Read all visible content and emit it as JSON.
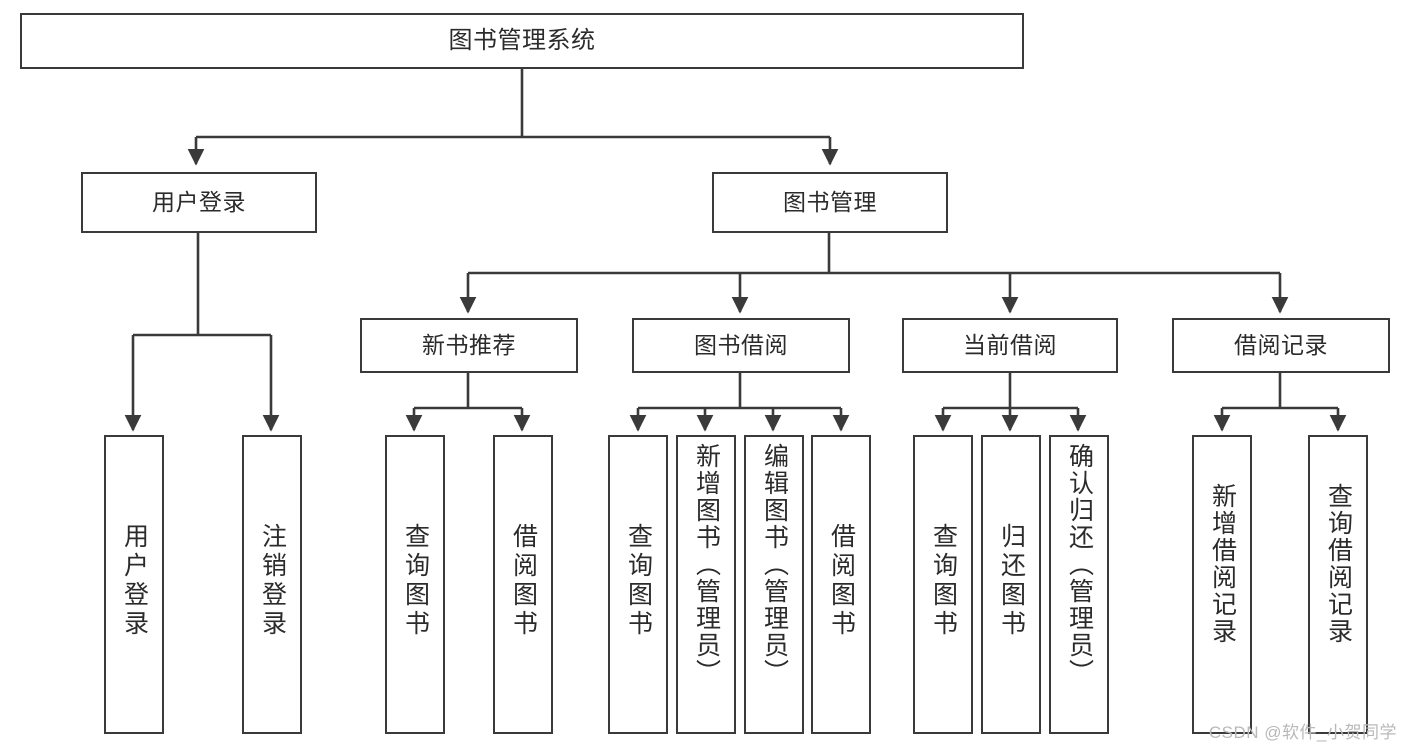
{
  "diagram": {
    "title": "图书管理系统",
    "type": "hierarchy-tree",
    "root": {
      "id": "root",
      "label": "图书管理系统"
    },
    "level2": [
      {
        "id": "user-login",
        "label": "用户登录"
      },
      {
        "id": "book-management",
        "label": "图书管理"
      }
    ],
    "level3": [
      {
        "id": "new-book-recommend",
        "label": "新书推荐",
        "parent": "book-management"
      },
      {
        "id": "book-borrow",
        "label": "图书借阅",
        "parent": "book-management"
      },
      {
        "id": "current-borrow",
        "label": "当前借阅",
        "parent": "book-management"
      },
      {
        "id": "borrow-record",
        "label": "借阅记录",
        "parent": "book-management"
      }
    ],
    "leaves": [
      {
        "id": "leaf-user-login",
        "label": "用户登录",
        "parent": "user-login"
      },
      {
        "id": "leaf-user-logout",
        "label": "注销登录",
        "parent": "user-login"
      },
      {
        "id": "leaf-query-book-1",
        "label": "查询图书",
        "parent": "new-book-recommend"
      },
      {
        "id": "leaf-borrow-book-1",
        "label": "借阅图书",
        "parent": "new-book-recommend"
      },
      {
        "id": "leaf-query-book-2",
        "label": "查询图书",
        "parent": "book-borrow"
      },
      {
        "id": "leaf-add-book",
        "label": "新增图书（管理员）",
        "parent": "book-borrow"
      },
      {
        "id": "leaf-edit-book",
        "label": "编辑图书（管理员）",
        "parent": "book-borrow"
      },
      {
        "id": "leaf-borrow-book-2",
        "label": "借阅图书",
        "parent": "book-borrow"
      },
      {
        "id": "leaf-query-book-3",
        "label": "查询图书",
        "parent": "current-borrow"
      },
      {
        "id": "leaf-return-book",
        "label": "归还图书",
        "parent": "current-borrow"
      },
      {
        "id": "leaf-confirm-return",
        "label": "确认归还（管理员）",
        "parent": "current-borrow"
      },
      {
        "id": "leaf-add-record",
        "label": "新增借阅记录",
        "parent": "borrow-record"
      },
      {
        "id": "leaf-query-record",
        "label": "查询借阅记录",
        "parent": "borrow-record"
      }
    ],
    "colors": {
      "stroke": "#3a3a3a",
      "fill": "#ffffff",
      "text": "#2b2b2b",
      "watermark": "#b9b9b9"
    }
  },
  "watermark": {
    "text": "CSDN @软件_小贺同学"
  }
}
